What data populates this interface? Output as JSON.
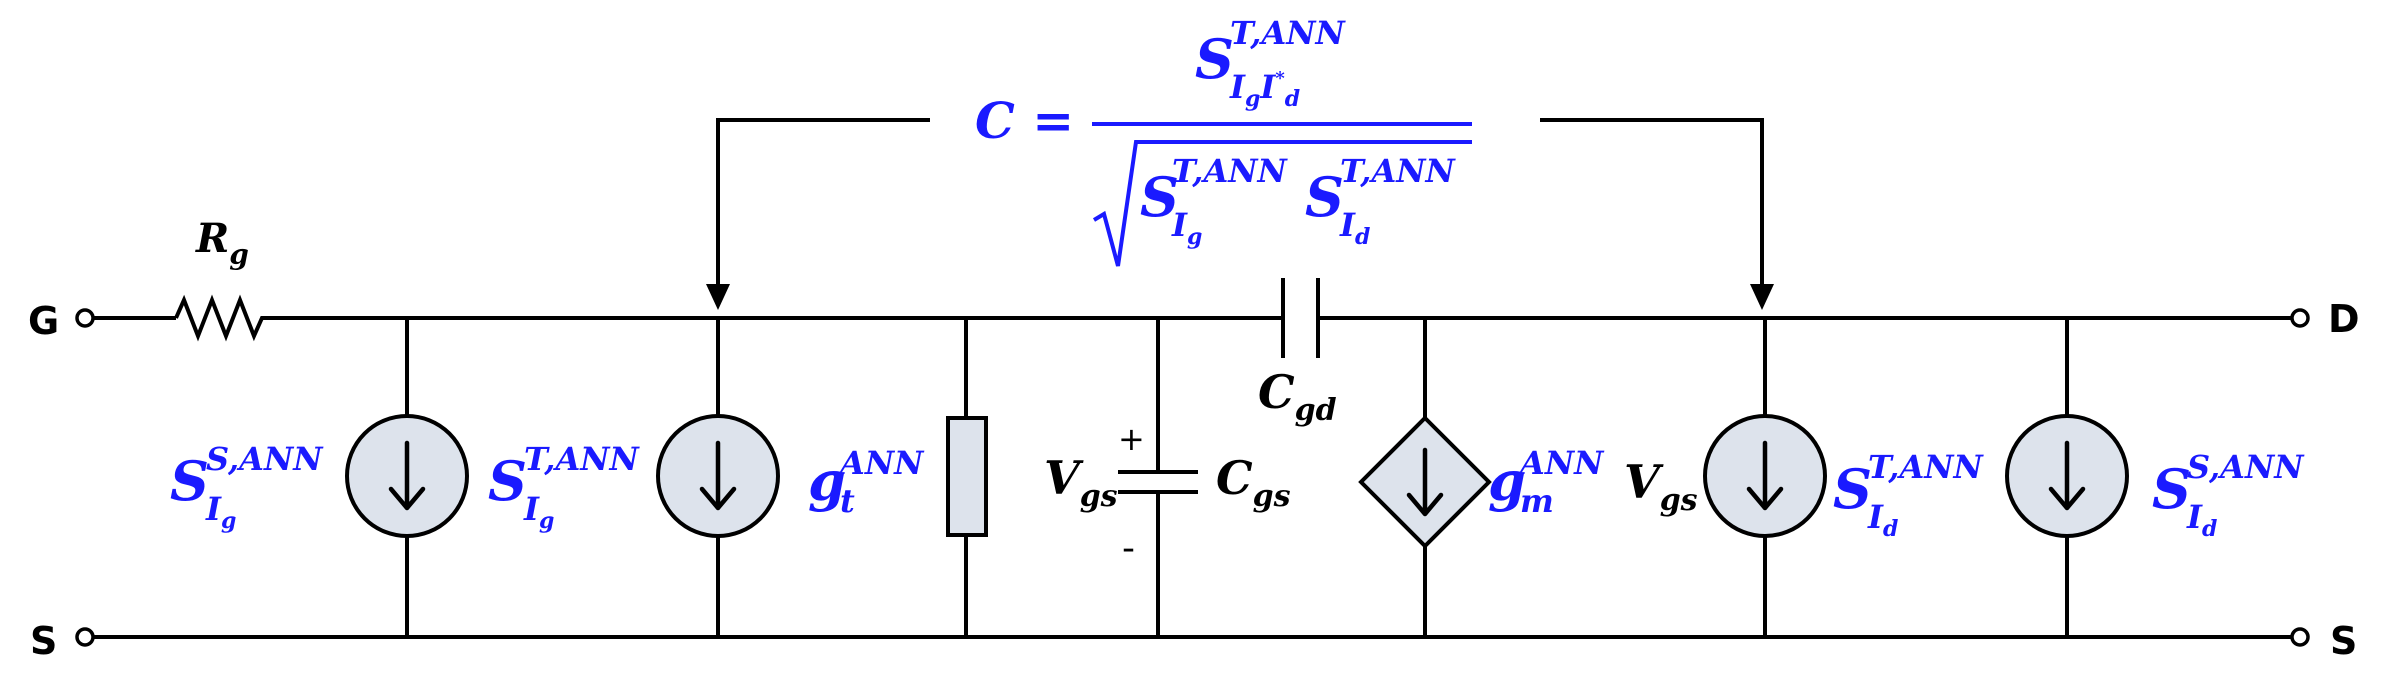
{
  "terminals": {
    "gate": "G",
    "drain": "D",
    "source_left": "S",
    "source_right": "S"
  },
  "resistor": {
    "main": "R",
    "sub": "g"
  },
  "formula": {
    "lhs": "C =",
    "num_main": "S",
    "num_sup": "T,ANN",
    "num_sub": "I",
    "num_sub_a": "g",
    "num_sub_b": "I",
    "num_sub_b_sup": "*",
    "num_sub_c": "d",
    "den1_main": "S",
    "den1_sup": "T,ANN",
    "den1_sub": "I",
    "den1_subsub": "g",
    "den2_main": "S",
    "den2_sup": "T,ANN",
    "den2_sub": "I",
    "den2_subsub": "d"
  },
  "sources": {
    "s_ig": {
      "main": "S",
      "sup": "S,ANN",
      "sub": "I",
      "subsub": "g"
    },
    "t_ig": {
      "main": "S",
      "sup": "T,ANN",
      "sub": "I",
      "subsub": "g"
    },
    "t_id": {
      "main": "S",
      "sup": "T,ANN",
      "sub": "I",
      "subsub": "d"
    },
    "s_id": {
      "main": "S",
      "sup": "S,ANN",
      "sub": "I",
      "subsub": "d"
    }
  },
  "conductance": {
    "main": "g",
    "sup": "ANN",
    "sub": "t"
  },
  "transconductance": {
    "main": "g",
    "sup": "ANN",
    "sub": "m",
    "ctrl_main": "V",
    "ctrl_sub": "gs"
  },
  "capacitors": {
    "cgd": {
      "main": "C",
      "sub": "gd"
    },
    "cgs": {
      "main": "C",
      "sub": "gs"
    }
  },
  "vgs": {
    "main": "V",
    "sub": "gs",
    "plus": "+",
    "minus": "-"
  },
  "colors": {
    "accent": "#1a1aff",
    "element_fill": "#dde3ec",
    "wire": "#000000"
  }
}
